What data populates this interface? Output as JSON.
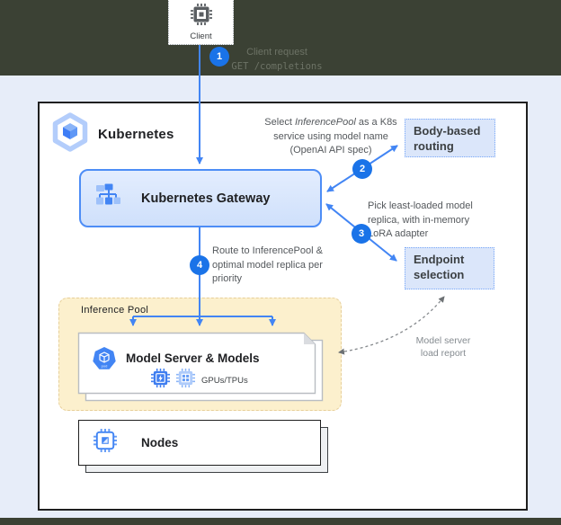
{
  "client": {
    "label": "Client"
  },
  "kubernetes": {
    "title": "Kubernetes"
  },
  "gateway": {
    "label": "Kubernetes Gateway"
  },
  "routing_box": {
    "line1": "Body-based",
    "line2": "routing"
  },
  "endpoint_box": {
    "line1": "Endpoint",
    "line2": "selection"
  },
  "steps": {
    "s1": {
      "num": "1",
      "line1": "Client request",
      "line2": "GET /completions"
    },
    "s2": {
      "num": "2",
      "pre": "Select ",
      "em": "InferencePool",
      "post": " as a K8s",
      "line2": "service using model name",
      "line3": "(OpenAI API spec)"
    },
    "s3": {
      "num": "3",
      "line1": "Pick least-loaded model",
      "line2": "replica, with in-memory",
      "line3": "LoRA adapter"
    },
    "s4": {
      "num": "4",
      "line1": "Route to InferencePool &",
      "line2": "optimal model replica per",
      "line3": "priority"
    }
  },
  "pool": {
    "label": "Inference Pool",
    "server_title": "Model Server & Models",
    "accel": "GPUs/TPUs"
  },
  "nodes": {
    "label": "Nodes"
  },
  "load_report": {
    "line1": "Model server",
    "line2": "load report"
  },
  "colors": {
    "arrow_blue": "#4285f4",
    "circle_blue": "#1a73e8",
    "lavender_bg": "#e7edf9",
    "dark_band": "#3b4134",
    "pool_fill": "#fcf0cd",
    "pool_border": "#e7cf9a",
    "gateway_fill": "#d5e3fc",
    "gateway_border": "#4d8df6",
    "dotted_box_fill": "#dbe6fa",
    "dotted_box_border": "#79a8f8"
  }
}
